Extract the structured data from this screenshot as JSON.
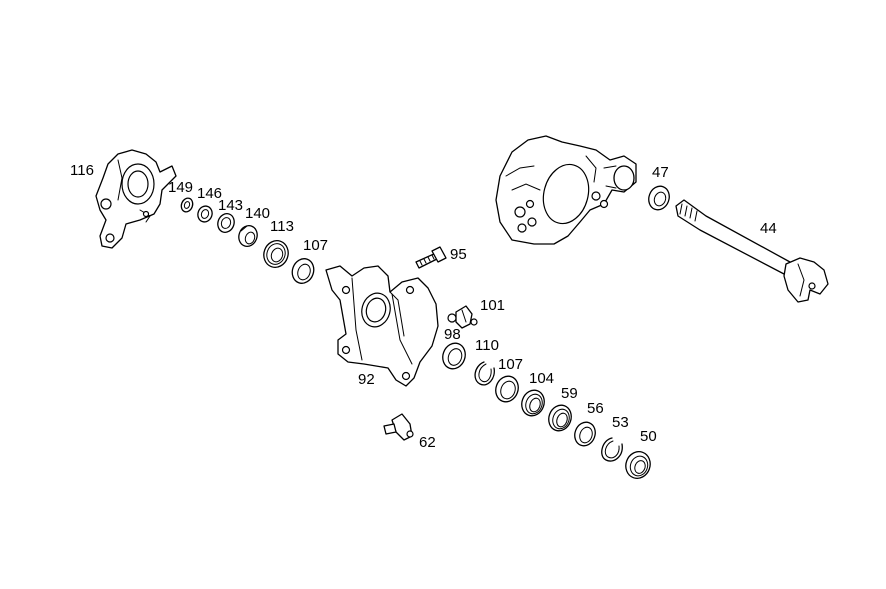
{
  "diagram": {
    "part_labels": {
      "p116": "116",
      "p149": "149",
      "p146": "146",
      "p143": "143",
      "p140": "140",
      "p113": "113",
      "p107a": "107",
      "p95": "95",
      "p101": "101",
      "p98": "98",
      "p110": "110",
      "p107b": "107",
      "p104": "104",
      "p92": "92",
      "p59": "59",
      "p56": "56",
      "p53": "53",
      "p50": "50",
      "p62": "62",
      "p47": "47",
      "p44": "44"
    }
  }
}
